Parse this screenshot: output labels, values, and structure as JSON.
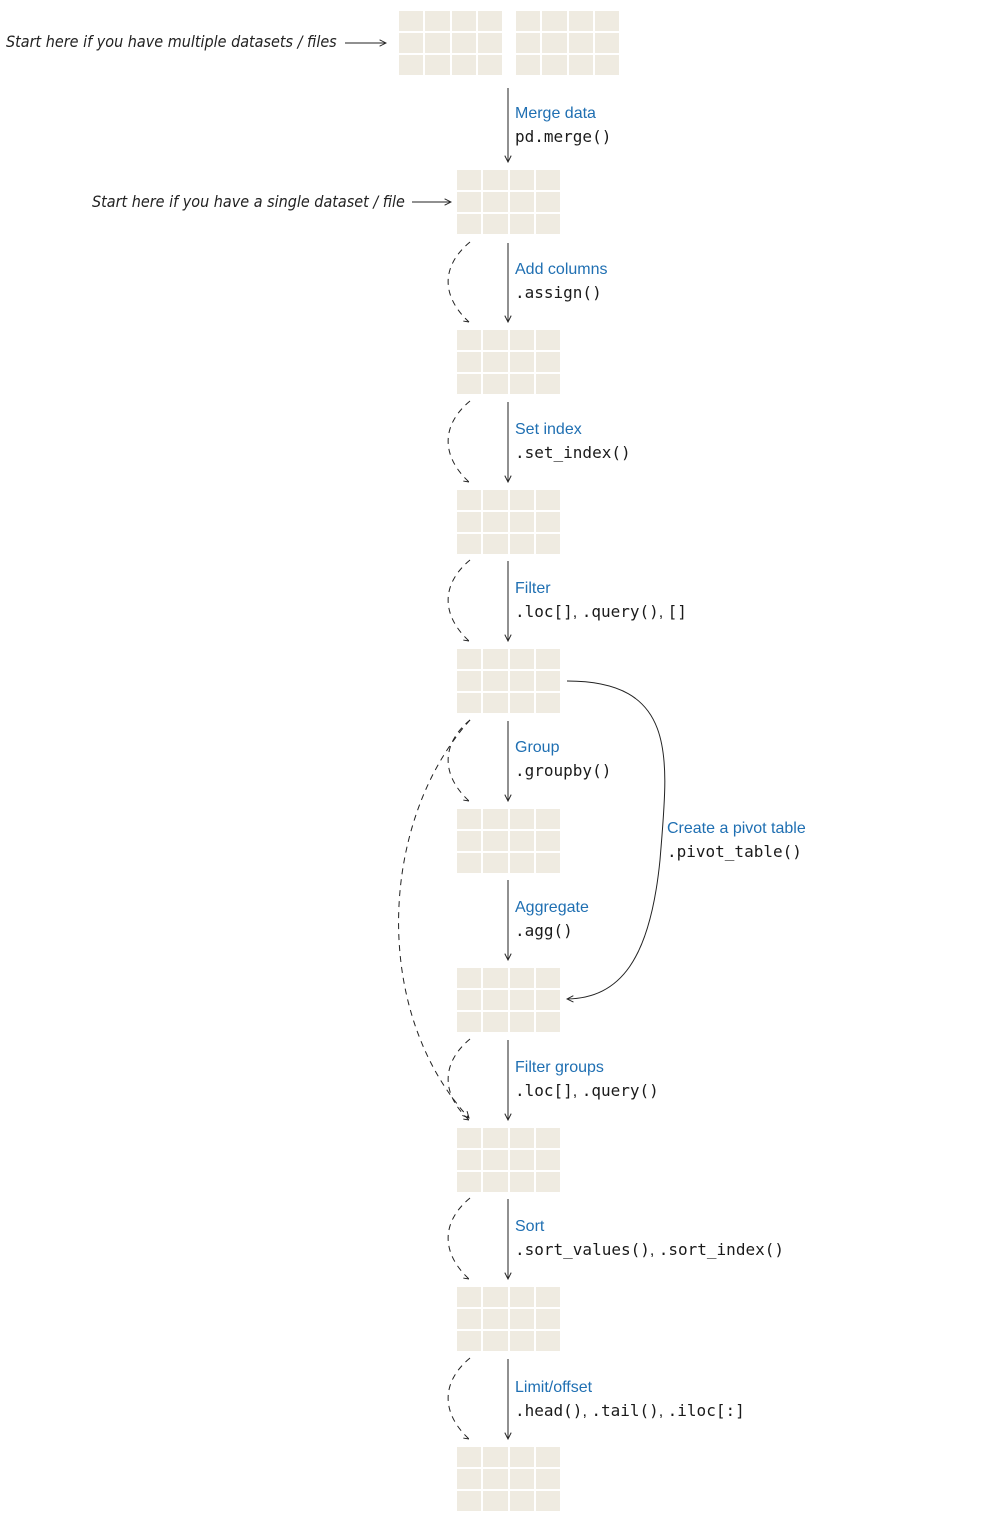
{
  "start_labels": {
    "multiple": "Start here if you have multiple datasets / files",
    "single": "Start here if you have a single dataset / file"
  },
  "colors": {
    "step_title": "#1f6fb2",
    "code": "#1a1a1a",
    "table_cell": "#efebe1",
    "arrow": "#222222"
  },
  "table_shape": {
    "columns": 4,
    "rows": 3
  },
  "steps": [
    {
      "title": "Merge data",
      "code": [
        "pd.merge()"
      ]
    },
    {
      "title": "Add columns",
      "code": [
        ".assign()"
      ]
    },
    {
      "title": "Set index",
      "code": [
        ".set_index()"
      ]
    },
    {
      "title": "Filter",
      "code": [
        ".loc[]",
        ".query()",
        "[]"
      ]
    },
    {
      "title": "Group",
      "code": [
        ".groupby()"
      ]
    },
    {
      "title": "Aggregate",
      "code": [
        ".agg()"
      ]
    },
    {
      "title": "Filter groups",
      "code": [
        ".loc[]",
        ".query()"
      ]
    },
    {
      "title": "Sort",
      "code": [
        ".sort_values()",
        ".sort_index()"
      ]
    },
    {
      "title": "Limit/offset",
      "code": [
        ".head()",
        ".tail()",
        ".iloc[:]"
      ]
    }
  ],
  "branch": {
    "title": "Create a pivot table",
    "code": [
      ".pivot_table()"
    ]
  },
  "separator": ", "
}
